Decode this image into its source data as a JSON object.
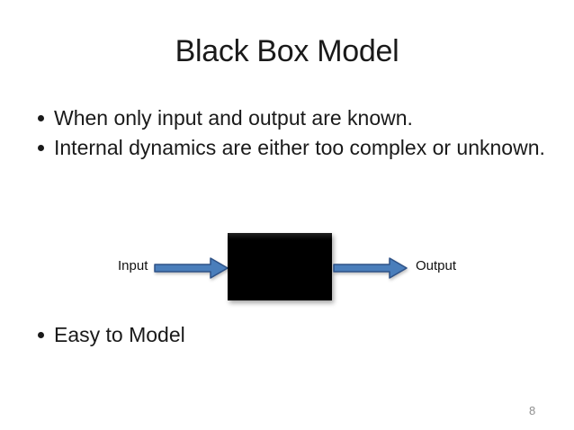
{
  "slide": {
    "title": "Black Box Model",
    "bullets": [
      {
        "text": "When only input and output are known."
      },
      {
        "text": "Internal dynamics are either too complex or unknown."
      },
      {
        "text": "Easy to Model"
      }
    ],
    "page_number": "8"
  },
  "diagram": {
    "input_label": "Input",
    "output_label": "Output",
    "colors": {
      "box_fill": "#000000",
      "arrow_fill": "#4a7ebb",
      "arrow_stroke": "#2e5288",
      "page_number_gray": "#8f8f8f"
    }
  }
}
